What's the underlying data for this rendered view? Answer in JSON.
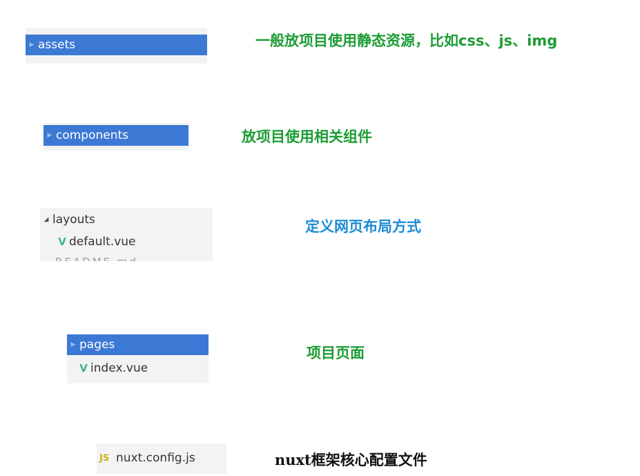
{
  "colors": {
    "selection_bg": "#3c79d4",
    "panel_bg": "#f3f3f3",
    "vue_icon": "#41b883",
    "green_text": "#1c9c34",
    "blue_text": "#1b8ad6",
    "black_text": "#111111"
  },
  "explorer": {
    "assets": {
      "label": "assets",
      "expand_icon": "triangle-right-icon"
    },
    "components": {
      "label": "components",
      "expand_icon": "triangle-right-icon"
    },
    "layouts": {
      "label": "layouts",
      "expand_icon": "triangle-down-icon",
      "child": {
        "label": "default.vue",
        "icon": "vue-file-icon",
        "icon_glyph": "V"
      },
      "next_item_partial": "README.md"
    },
    "pages": {
      "label": "pages",
      "expand_icon": "triangle-right-icon",
      "child": {
        "label": "index.vue",
        "icon": "vue-file-icon",
        "icon_glyph": "V"
      }
    },
    "nuxt_config": {
      "label": "nuxt.config.js",
      "icon": "js-file-icon",
      "icon_glyph": "JS"
    }
  },
  "annotations": {
    "assets": "一般放项目使用静态资源，比如css、js、img",
    "components": "放项目使用相关组件",
    "layouts": "定义网页布局方式",
    "pages": "项目页面",
    "nuxt_config": "nuxt框架核心配置文件"
  }
}
